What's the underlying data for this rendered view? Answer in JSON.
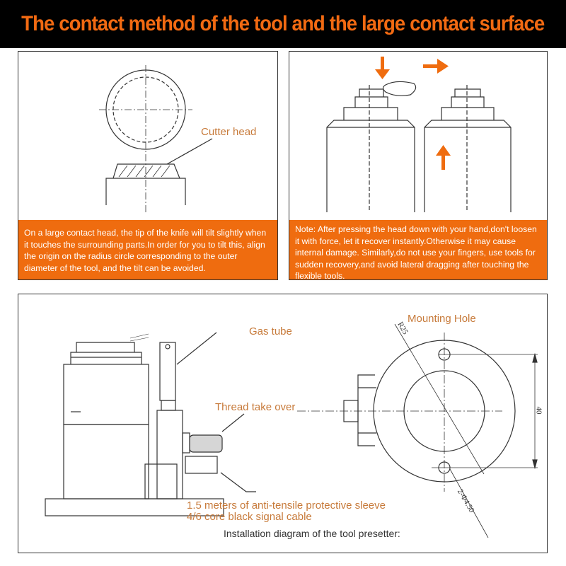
{
  "header": {
    "title": "The contact method of the tool and the large contact surface"
  },
  "panel_left": {
    "label": "Cutter head",
    "note": "On a large contact head, the tip of the knife will tilt slightly when it touches the surrounding parts.In order for you to tilt this, align the origin on the radius circle corresponding to the outer diameter of the tool, and the tilt can be avoided."
  },
  "panel_right": {
    "note": "Note: After pressing the head down with your hand,don't loosen it with force, let it recover instantly.Otherwise it may cause internal damage. Similarly,do not use your fingers, use tools for sudden recovery,and avoid lateral dragging after touching the flexible tools."
  },
  "installation": {
    "gas_tube": "Gas tube",
    "thread": "Thread take over",
    "sleeve_line1": "1.5 meters of anti-tensile protective sleeve",
    "sleeve_line2": "4/6 core black signal cable",
    "mounting_hole": "Mounting Hole",
    "dim_radius": "R25",
    "dim_spacing": "40",
    "dim_hole": "2-Φ4.50",
    "caption": "Installation diagram of the tool presetter:"
  },
  "colors": {
    "accent": "#ef6c0f",
    "label": "#c77a3a",
    "header_bg": "#000000"
  }
}
